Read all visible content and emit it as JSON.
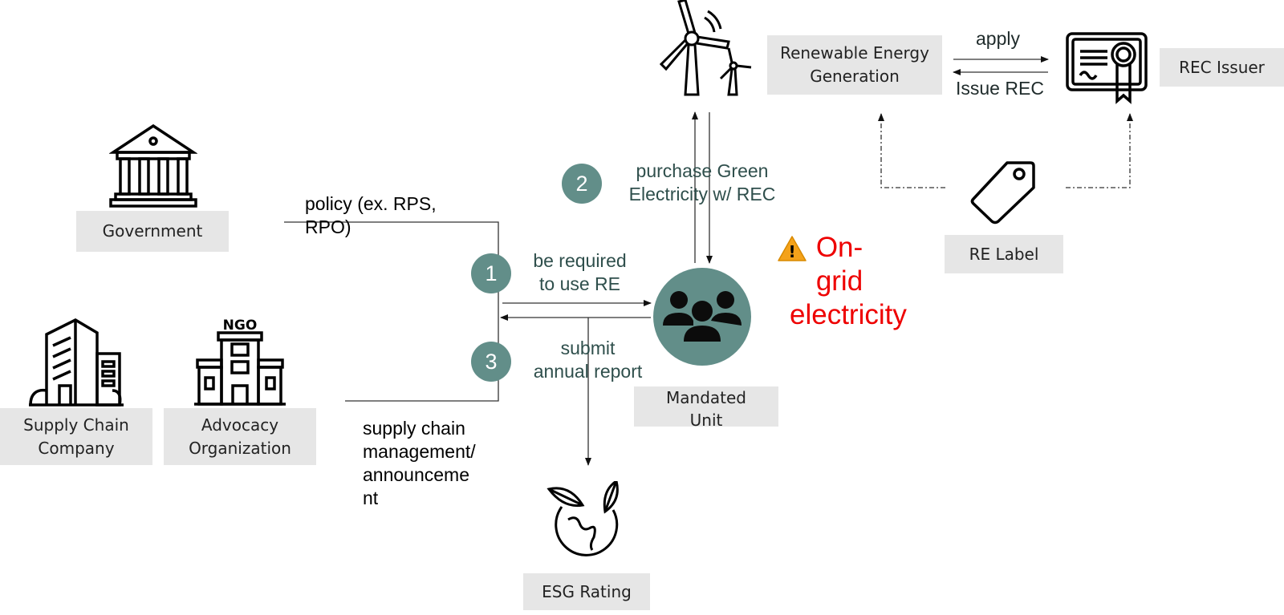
{
  "nodes": {
    "government": "Government",
    "supply_chain": "Supply Chain\nCompany",
    "advocacy": "Advocacy\nOrganization",
    "re_generation": "Renewable Energy\nGeneration",
    "rec_issuer": "REC Issuer",
    "re_label": "RE Label",
    "mandated_unit": "Mandated\nUnit",
    "esg_rating": "ESG Rating"
  },
  "edges": {
    "policy": "policy (ex. RPS,\nRPO)",
    "supply_chain_mgmt": "supply chain\nmanagement/\nannounceme\nnt",
    "be_required": "be required\nto use RE",
    "submit_report": "submit\nannual report",
    "purchase": "purchase Green\nElectricity w/ REC",
    "apply": "apply",
    "issue_rec": "Issue REC"
  },
  "steps": {
    "one": "1",
    "two": "2",
    "three": "3"
  },
  "icon_text": {
    "ngo_sign": "NGO"
  },
  "warning": {
    "symbol": "!",
    "text": "On-\ngrid\nelectricity",
    "color": "#ee0000"
  },
  "colors": {
    "accent": "#628e89",
    "box": "#e6e6e6"
  },
  "icons": [
    "government-building-icon",
    "office-building-icon",
    "ngo-building-icon",
    "wind-turbine-icon",
    "certificate-icon",
    "tag-icon",
    "group-people-icon",
    "eco-globe-icon",
    "warning-icon"
  ]
}
